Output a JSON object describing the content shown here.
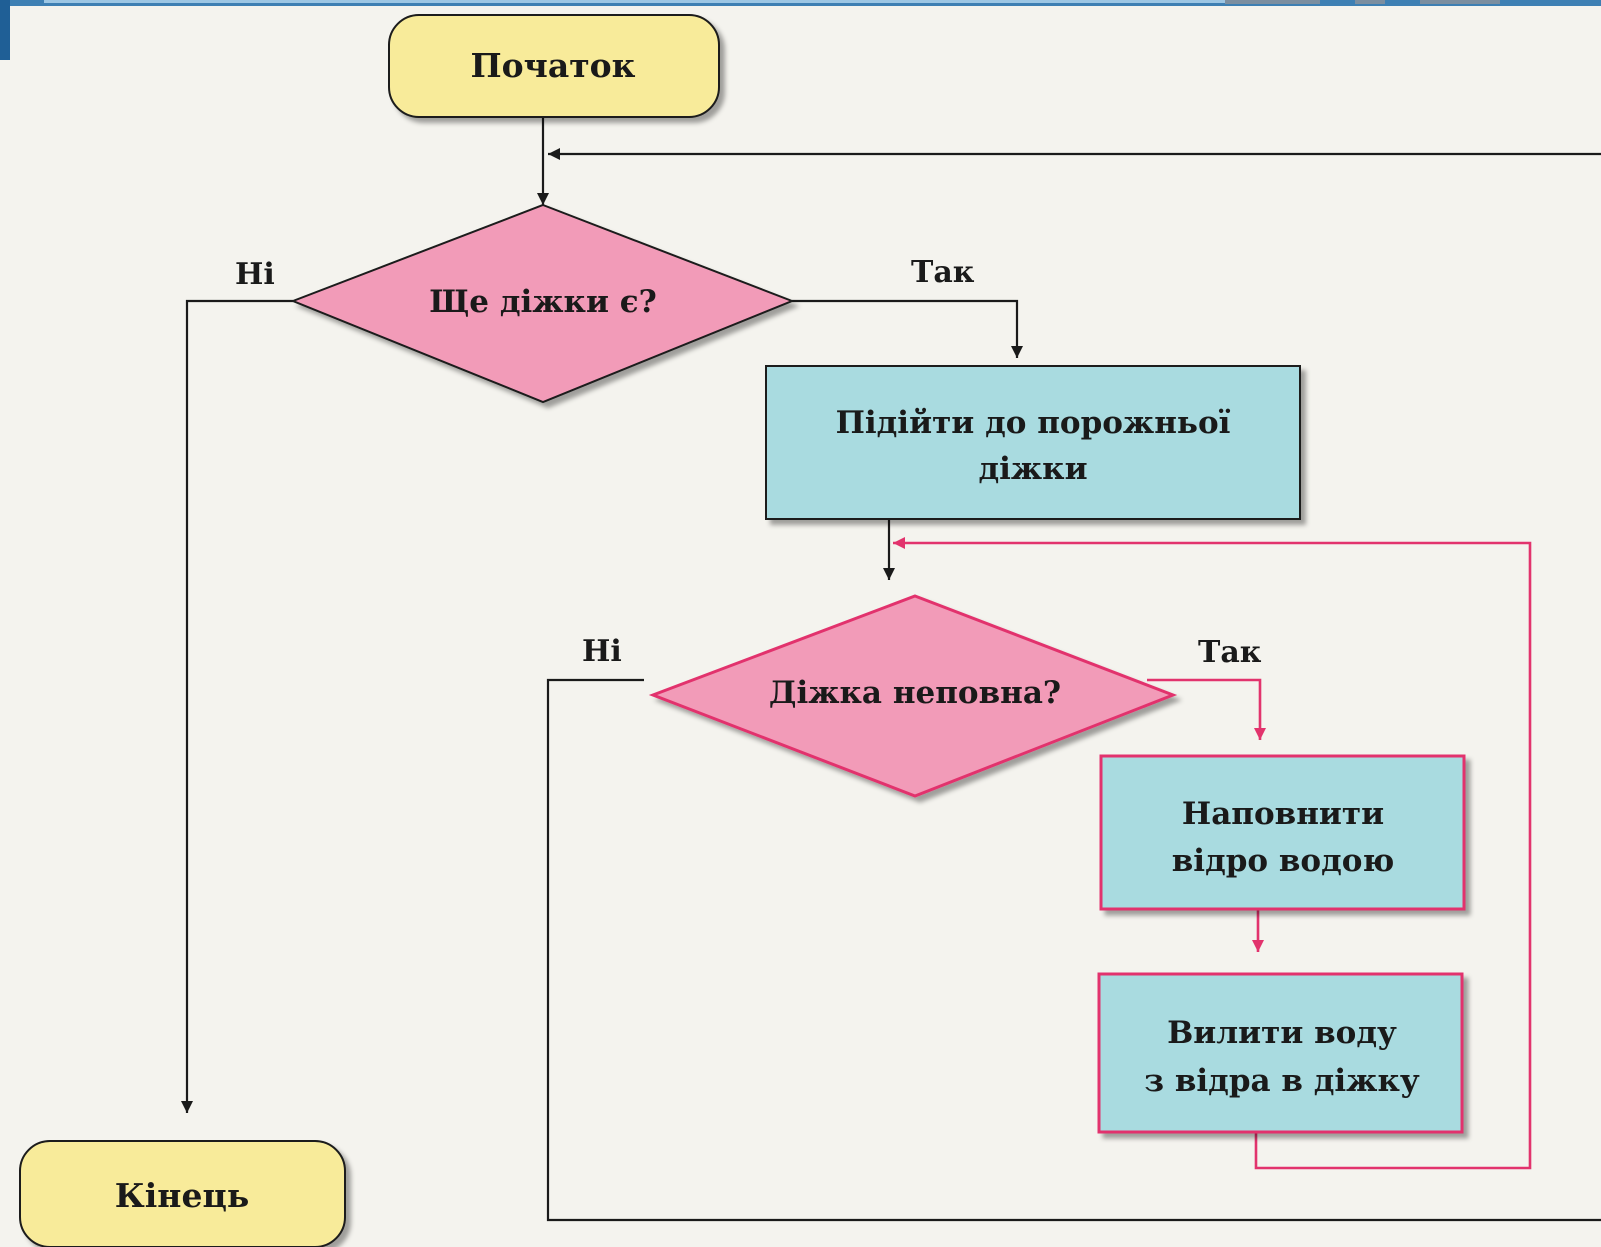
{
  "flowchart": {
    "start": "Початок",
    "end": "Кінець",
    "decision_outer": "Ще діжки є?",
    "decision_inner": "Діжка неповна?",
    "process_go": [
      "Підійти до порожньої",
      "діжки"
    ],
    "process_fill": [
      "Наповнити",
      "відро водою"
    ],
    "process_pour": [
      "Вилити воду",
      "з відра в діжку"
    ],
    "branch_no": "Ні",
    "branch_yes": "Так"
  },
  "colors": {
    "terminal_fill": "#f8eb9a",
    "decision_fill": "#f29bb8",
    "process_fill": "#a9dbe0",
    "inner_loop_line": "#e2336d",
    "outer_line": "#1a1a1a"
  }
}
